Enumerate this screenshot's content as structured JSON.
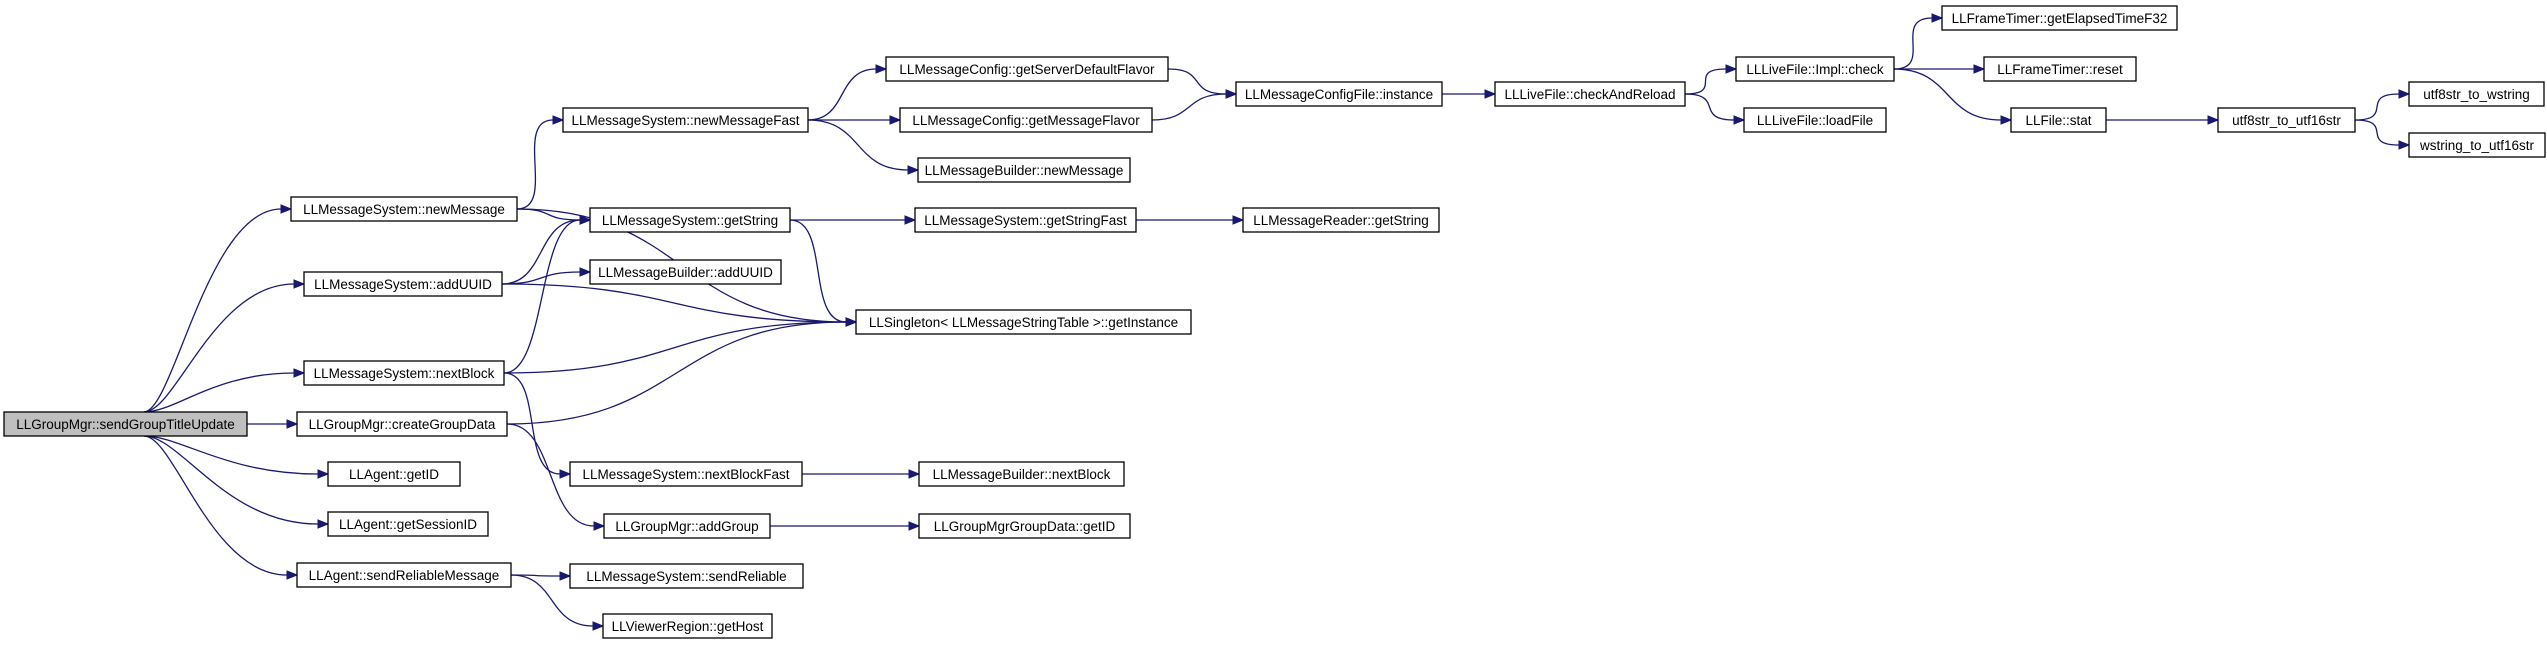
{
  "graph": {
    "colors": {
      "edge": "#191970",
      "root_fill": "#bfbfbf",
      "node_fill": "#ffffff",
      "node_stroke": "#000000"
    },
    "nodes": [
      {
        "id": "n0",
        "label": "LLGroupMgr::sendGroupTitleUpdate",
        "root": true
      },
      {
        "id": "n1",
        "label": "LLMessageSystem::newMessage"
      },
      {
        "id": "n2",
        "label": "LLMessageSystem::addUUID"
      },
      {
        "id": "n3",
        "label": "LLMessageSystem::nextBlock"
      },
      {
        "id": "n4",
        "label": "LLGroupMgr::createGroupData"
      },
      {
        "id": "n5",
        "label": "LLAgent::getID"
      },
      {
        "id": "n6",
        "label": "LLAgent::getSessionID"
      },
      {
        "id": "n7",
        "label": "LLAgent::sendReliableMessage"
      },
      {
        "id": "n8",
        "label": "LLMessageSystem::newMessageFast"
      },
      {
        "id": "n9",
        "label": "LLMessageSystem::getString"
      },
      {
        "id": "n10",
        "label": "LLMessageBuilder::addUUID"
      },
      {
        "id": "n11",
        "label": "LLMessageSystem::nextBlockFast"
      },
      {
        "id": "n12",
        "label": "LLGroupMgr::addGroup"
      },
      {
        "id": "n13",
        "label": "LLMessageSystem::sendReliable"
      },
      {
        "id": "n14",
        "label": "LLViewerRegion::getHost"
      },
      {
        "id": "n15",
        "label": "LLMessageConfig::getServerDefaultFlavor"
      },
      {
        "id": "n16",
        "label": "LLMessageConfig::getMessageFlavor"
      },
      {
        "id": "n17",
        "label": "LLMessageBuilder::newMessage"
      },
      {
        "id": "n18",
        "label": "LLMessageSystem::getStringFast"
      },
      {
        "id": "n19",
        "label": "LLSingleton< LLMessageStringTable >::getInstance"
      },
      {
        "id": "n20",
        "label": "LLMessageBuilder::nextBlock"
      },
      {
        "id": "n21",
        "label": "LLGroupMgrGroupData::getID"
      },
      {
        "id": "n22",
        "label": "LLMessageConfigFile::instance"
      },
      {
        "id": "n23",
        "label": "LLMessageReader::getString"
      },
      {
        "id": "n24",
        "label": "LLLiveFile::checkAndReload"
      },
      {
        "id": "n25",
        "label": "LLLiveFile::Impl::check"
      },
      {
        "id": "n26",
        "label": "LLLiveFile::loadFile"
      },
      {
        "id": "n27",
        "label": "LLFrameTimer::getElapsedTimeF32"
      },
      {
        "id": "n28",
        "label": "LLFrameTimer::reset"
      },
      {
        "id": "n29",
        "label": "LLFile::stat"
      },
      {
        "id": "n30",
        "label": "utf8str_to_utf16str"
      },
      {
        "id": "n31",
        "label": "utf8str_to_wstring"
      },
      {
        "id": "n32",
        "label": "wstring_to_utf16str"
      }
    ],
    "edges": [
      [
        "n0",
        "n1"
      ],
      [
        "n0",
        "n2"
      ],
      [
        "n0",
        "n3"
      ],
      [
        "n0",
        "n4"
      ],
      [
        "n0",
        "n5"
      ],
      [
        "n0",
        "n6"
      ],
      [
        "n0",
        "n7"
      ],
      [
        "n1",
        "n8"
      ],
      [
        "n1",
        "n9"
      ],
      [
        "n1",
        "n19"
      ],
      [
        "n2",
        "n9"
      ],
      [
        "n2",
        "n10"
      ],
      [
        "n2",
        "n19"
      ],
      [
        "n3",
        "n9"
      ],
      [
        "n3",
        "n11"
      ],
      [
        "n3",
        "n19"
      ],
      [
        "n4",
        "n12"
      ],
      [
        "n4",
        "n19"
      ],
      [
        "n7",
        "n13"
      ],
      [
        "n7",
        "n14"
      ],
      [
        "n8",
        "n15"
      ],
      [
        "n8",
        "n16"
      ],
      [
        "n8",
        "n17"
      ],
      [
        "n9",
        "n18"
      ],
      [
        "n9",
        "n19"
      ],
      [
        "n11",
        "n20"
      ],
      [
        "n12",
        "n21"
      ],
      [
        "n15",
        "n22"
      ],
      [
        "n16",
        "n22"
      ],
      [
        "n18",
        "n23"
      ],
      [
        "n22",
        "n24"
      ],
      [
        "n24",
        "n25"
      ],
      [
        "n24",
        "n26"
      ],
      [
        "n25",
        "n27"
      ],
      [
        "n25",
        "n28"
      ],
      [
        "n25",
        "n29"
      ],
      [
        "n29",
        "n30"
      ],
      [
        "n30",
        "n31"
      ],
      [
        "n30",
        "n32"
      ]
    ]
  }
}
